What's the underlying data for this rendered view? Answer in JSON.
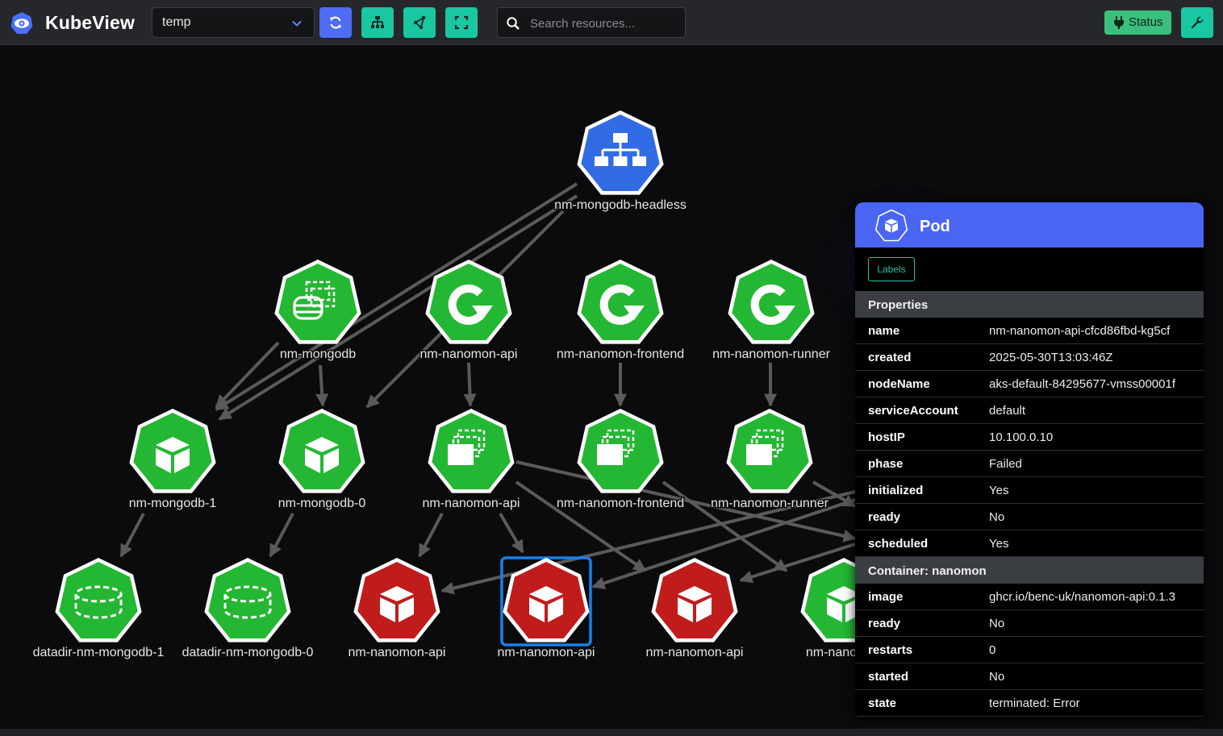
{
  "app": {
    "title": "KubeView",
    "namespace": "temp",
    "search_placeholder": "Search resources...",
    "status_label": "Status",
    "toolbar_icons": [
      "refresh-icon",
      "tree-layout-icon",
      "network-layout-icon",
      "fit-view-icon",
      "wrench-icon"
    ]
  },
  "graph": {
    "nodes": [
      {
        "id": "svc",
        "label": "nm-mongodb-headless",
        "kind": "service",
        "color": "#326ce5"
      },
      {
        "id": "sts",
        "label": "nm-mongodb",
        "kind": "statefulset",
        "color": "#24b733"
      },
      {
        "id": "dep-api",
        "label": "nm-nanomon-api",
        "kind": "deployment",
        "color": "#24b733"
      },
      {
        "id": "dep-fe",
        "label": "nm-nanomon-frontend",
        "kind": "deployment",
        "color": "#24b733"
      },
      {
        "id": "dep-run",
        "label": "nm-nanomon-runner",
        "kind": "deployment",
        "color": "#24b733"
      },
      {
        "id": "pod-m1",
        "label": "nm-mongodb-1",
        "kind": "pod",
        "color": "#24b733"
      },
      {
        "id": "pod-m0",
        "label": "nm-mongodb-0",
        "kind": "pod",
        "color": "#24b733"
      },
      {
        "id": "rs-api",
        "label": "nm-nanomon-api",
        "kind": "replicaset",
        "color": "#24b733"
      },
      {
        "id": "rs-fe",
        "label": "nm-nanomon-frontend",
        "kind": "replicaset",
        "color": "#24b733"
      },
      {
        "id": "rs-run",
        "label": "nm-nanomon-runner",
        "kind": "replicaset",
        "color": "#24b733"
      },
      {
        "id": "pvc1",
        "label": "datadir-nm-mongodb-1",
        "kind": "pvc",
        "color": "#24b733"
      },
      {
        "id": "pvc0",
        "label": "datadir-nm-mongodb-0",
        "kind": "pvc",
        "color": "#24b733"
      },
      {
        "id": "pod-a1",
        "label": "nm-nanomon-api",
        "kind": "pod",
        "color": "#c01c1c"
      },
      {
        "id": "pod-a2",
        "label": "nm-nanomon-api",
        "kind": "pod",
        "color": "#c01c1c",
        "selected": true
      },
      {
        "id": "pod-a3",
        "label": "nm-nanomon-api",
        "kind": "pod",
        "color": "#c01c1c"
      },
      {
        "id": "pod-n4",
        "label": "nm-nanomon",
        "kind": "pod",
        "color": "#24b733"
      }
    ]
  },
  "details": {
    "kind": "Pod",
    "labels_button": "Labels",
    "properties_heading": "Properties",
    "properties": [
      {
        "key": "name",
        "value": "nm-nanomon-api-cfcd86fbd-kg5cf"
      },
      {
        "key": "created",
        "value": "2025-05-30T13:03:46Z"
      },
      {
        "key": "nodeName",
        "value": "aks-default-84295677-vmss00001f"
      },
      {
        "key": "serviceAccount",
        "value": "default"
      },
      {
        "key": "hostIP",
        "value": "10.100.0.10"
      },
      {
        "key": "phase",
        "value": "Failed"
      },
      {
        "key": "initialized",
        "value": "Yes"
      },
      {
        "key": "ready",
        "value": "No"
      },
      {
        "key": "scheduled",
        "value": "Yes"
      }
    ],
    "container_heading": "Container: nanomon",
    "container": [
      {
        "key": "image",
        "value": "ghcr.io/benc-uk/nanomon-api:0.1.3"
      },
      {
        "key": "ready",
        "value": "No"
      },
      {
        "key": "restarts",
        "value": "0"
      },
      {
        "key": "started",
        "value": "No"
      },
      {
        "key": "state",
        "value": "terminated: Error"
      }
    ]
  }
}
